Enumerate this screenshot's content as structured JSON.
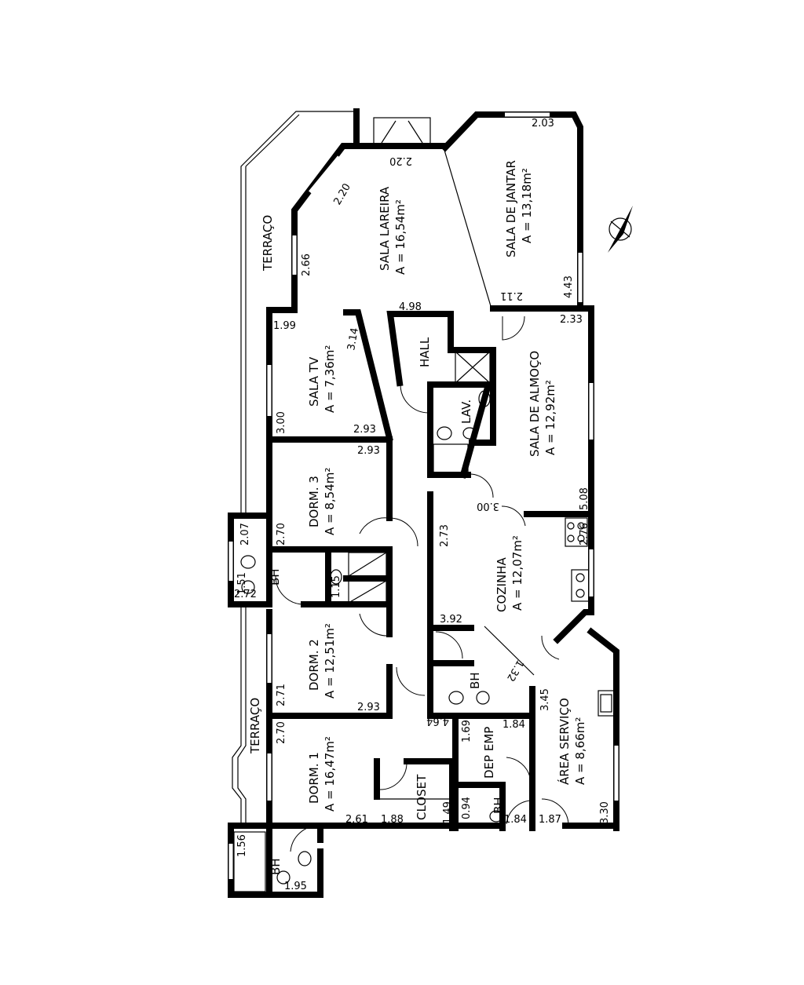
{
  "rooms": {
    "terraco_top": "TERRAÇO",
    "terraco_bottom": "TERRAÇO",
    "sala_lareira": {
      "name": "SALA LAREIRA",
      "area": "A = 16,54m²"
    },
    "sala_jantar": {
      "name": "SALA DE JANTAR",
      "area": "A = 13,18m²"
    },
    "sala_tv": {
      "name": "SALA TV",
      "area": "A = 7,36m²"
    },
    "hall": "HALL",
    "lav": "LAV.",
    "sala_almoco": {
      "name": "SALA DE ALMOÇO",
      "area": "A = 12,92m²"
    },
    "dorm3": {
      "name": "DORM. 3",
      "area": "A = 8,54m²"
    },
    "bh_left": "BH",
    "cozinha": {
      "name": "COZINHA",
      "area": "A = 12,07m²"
    },
    "dorm2": {
      "name": "DORM. 2",
      "area": "A = 12,51m²"
    },
    "bh_emp": "BH",
    "dorm1": {
      "name": "DORM. 1",
      "area": "A = 16,47m²"
    },
    "closet": "CLOSET",
    "dep_emp": "DEP EMP",
    "bh_dep": "BH",
    "area_servico": {
      "name": "ÁREA SERVIÇO",
      "area": "A = 8,66m²"
    },
    "bh_suite": "BH"
  },
  "dimensions": {
    "d_2_03": "2.03",
    "d_2_20_a": "2.20",
    "d_2_20_b": "2.20",
    "d_2_66": "2.66",
    "d_4_43": "4.43",
    "d_2_11": "2.11",
    "d_4_98": "4.98",
    "d_2_33": "2.33",
    "d_1_99": "1.99",
    "d_3_14": "3.14",
    "d_3_00_a": "3.00",
    "d_2_93_a": "2.93",
    "d_2_93_b": "2.93",
    "d_3_00_b": "3.00",
    "d_5_08": "5.08",
    "d_2_70_a": "2.70",
    "d_2_07": "2.07",
    "d_2_73": "2.73",
    "d_2_76": "2.76",
    "d_1_15": "1.15",
    "d_1_51": "1.51",
    "d_2_72": "2.72",
    "d_3_92": "3.92",
    "d_1_32": "1.32",
    "d_2_71": "2.71",
    "d_2_93_c": "2.93",
    "d_3_45": "3.45",
    "d_2_70_b": "2.70",
    "d_4_64": "4.64",
    "d_1_69": "1.69",
    "d_1_84_a": "1.84",
    "d_2_61": "2.61",
    "d_1_88": "1.88",
    "d_1_49": "1.49",
    "d_0_94": "0.94",
    "d_1_84_b": "1.84",
    "d_1_87": "1.87",
    "d_3_30": "3.30",
    "d_1_56": "1.56",
    "d_1_95": "1.95"
  }
}
